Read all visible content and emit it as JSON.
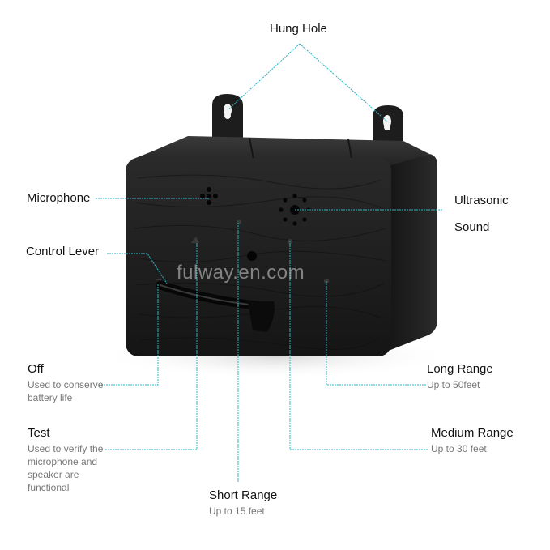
{
  "callouts": {
    "hung_hole": "Hung Hole",
    "microphone": "Microphone",
    "ultrasonic_1": "Ultrasonic",
    "ultrasonic_2": "Sound",
    "control_lever": "Control Lever",
    "off": {
      "title": "Off",
      "desc_1": "Used to conserve",
      "desc_2": "battery life"
    },
    "test": {
      "title": "Test",
      "desc_1": "Used to verify the",
      "desc_2": "microphone and",
      "desc_3": "speaker are",
      "desc_4": "functional"
    },
    "short_range": {
      "title": "Short Range",
      "desc": "Up to 15 feet"
    },
    "medium_range": {
      "title": "Medium Range",
      "desc": "Up to 30 feet"
    },
    "long_range": {
      "title": "Long Range",
      "desc": "Up to 50feet"
    }
  },
  "watermark": "fulway.en.com",
  "colors": {
    "device": "#1c1c1c",
    "callout_line": "#2bb3c7"
  }
}
